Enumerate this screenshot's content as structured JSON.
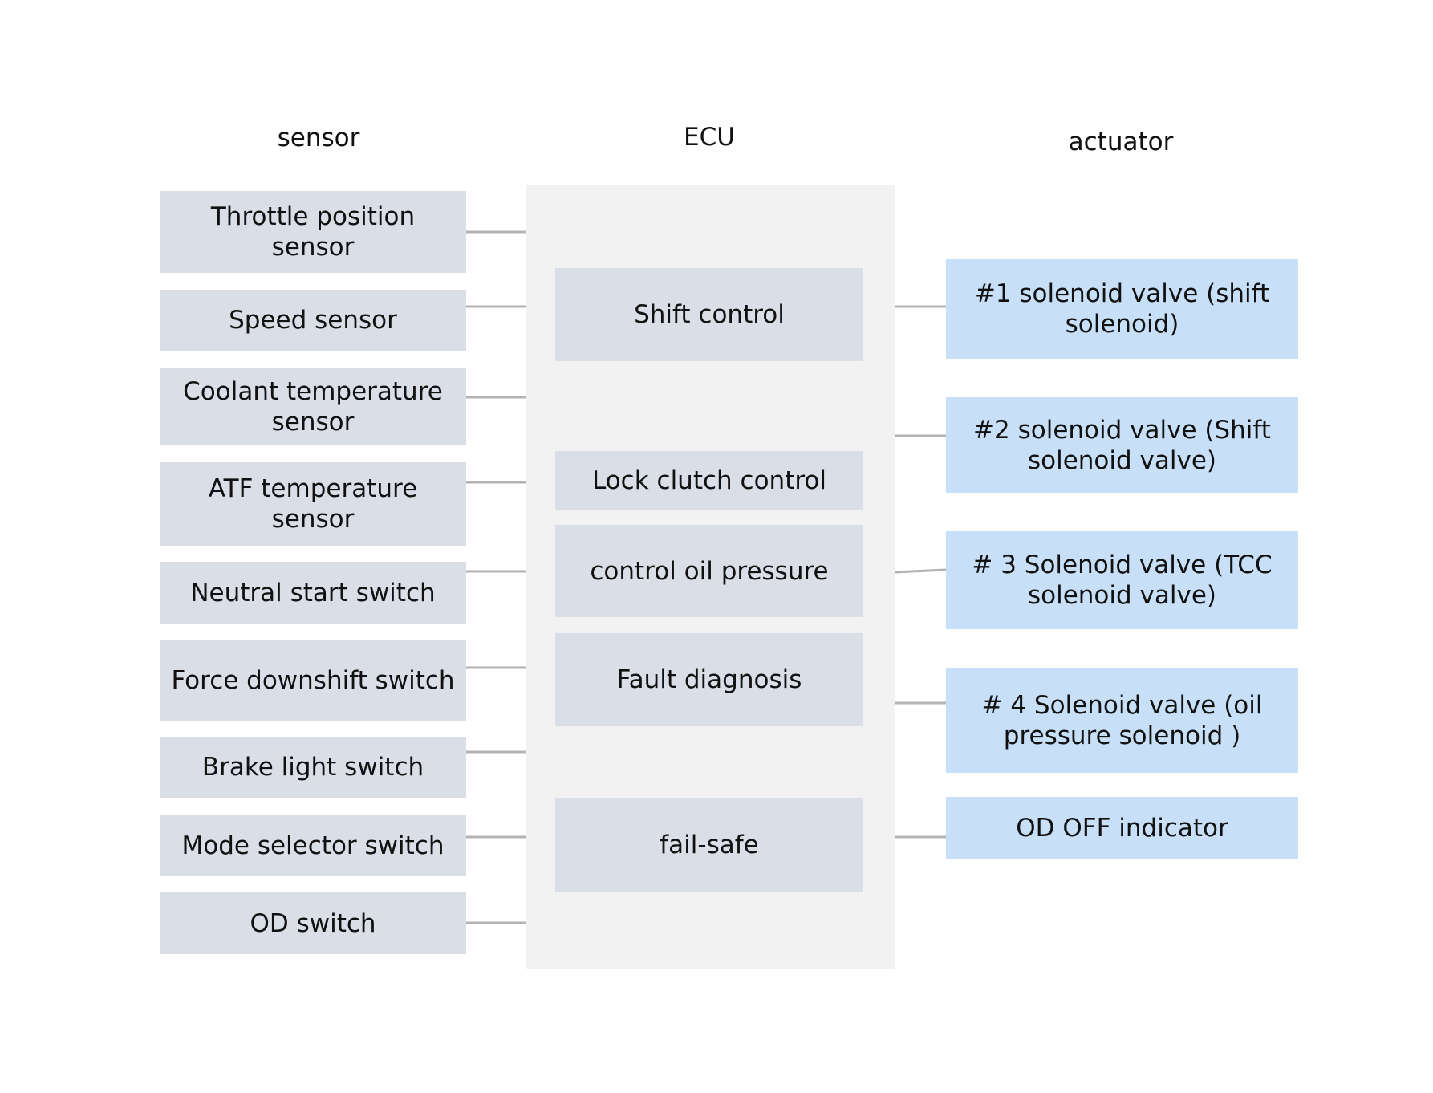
{
  "columns": {
    "sensor": "sensor",
    "ecu": "ECU",
    "actuator": "actuator"
  },
  "sensors": [
    "Throttle position sensor",
    "Speed sensor",
    "Coolant temperature sensor",
    "ATF temperature sensor",
    "Neutral start switch",
    "Force downshift switch",
    "Brake light switch",
    "Mode selector switch",
    "OD switch"
  ],
  "ecu_functions": [
    "Shift control",
    "Lock clutch control",
    "control oil pressure",
    "Fault diagnosis",
    "fail-safe"
  ],
  "actuators": [
    "#1 solenoid valve (shift solenoid)",
    "#2 solenoid valve (Shift solenoid valve)",
    "# 3 Solenoid valve (TCC solenoid valve)",
    "# 4 Solenoid valve (oil pressure solenoid )",
    "OD OFF indicator"
  ],
  "colors": {
    "sensor_box": "#dadee6",
    "function_box": "#dadee6",
    "actuator_box": "#c7e0f8",
    "ecu_panel": "#f2f2f2",
    "connector": "#b3b3b3"
  }
}
